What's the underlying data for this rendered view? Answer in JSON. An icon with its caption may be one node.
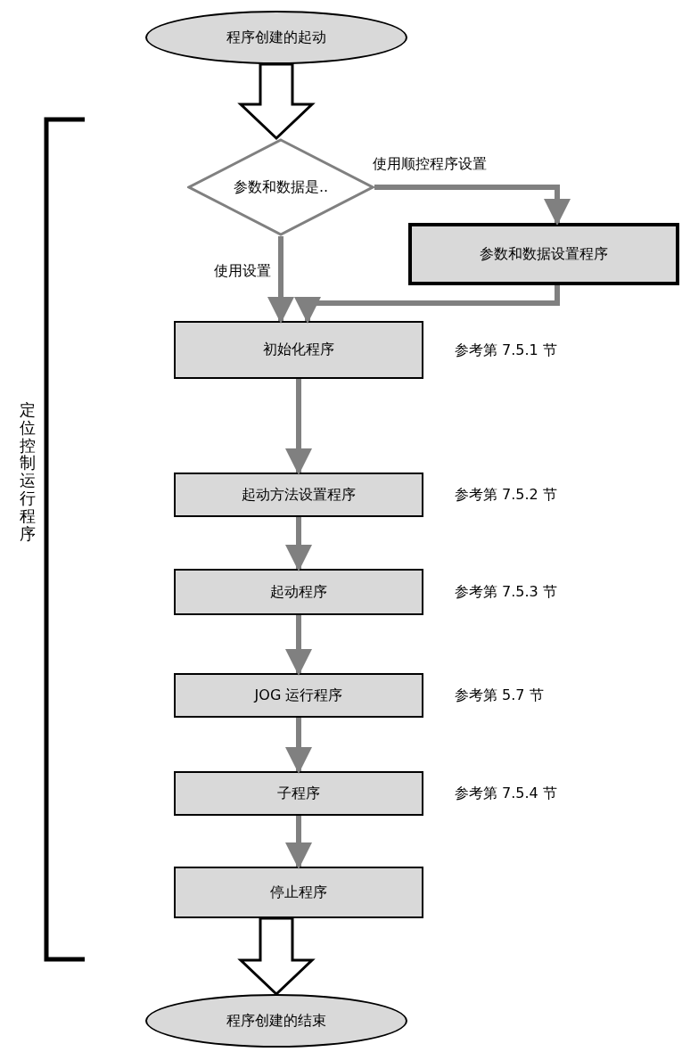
{
  "diagram": {
    "nodes": [
      {
        "text": [
          "程序创建的起动"
        ]
      },
      {
        "text": [
          "参数和数据是.."
        ]
      },
      {
        "text": [
          "参数和数据设置程序"
        ]
      },
      {
        "text": [
          "初始化程序"
        ],
        "beside": [
          "参考第 7.5.1 节"
        ]
      },
      {
        "text": [
          "起动方法设置程序"
        ],
        "beside": [
          "参考第 7.5.2 节"
        ]
      },
      {
        "text": [
          "起动程序"
        ],
        "beside": [
          "参考第 7.5.3 节"
        ]
      },
      {
        "text": [
          "JOG 运行程序"
        ],
        "beside": [
          "参考第 5.7 节"
        ]
      },
      {
        "text": [
          "子程序"
        ],
        "beside": [
          "参考第 7.5.4 节"
        ]
      },
      {
        "text": [
          "停止程序"
        ]
      },
      {
        "text": [
          "程序创建的结束"
        ]
      }
    ],
    "edges": [
      {
        "from": 0,
        "to": 1,
        "arrow": "to",
        "style": "thick",
        "color": "#000000"
      },
      {
        "from": 1,
        "to": 2,
        "arrow": "to",
        "label": "使用顺控程序设置"
      },
      {
        "from": 2,
        "to": 3,
        "arrow": "to"
      },
      {
        "from": 1,
        "to": 3,
        "arrow": "to",
        "label": "使用设置"
      },
      {
        "from": 3,
        "to": 4,
        "arrow": "to"
      },
      {
        "from": 4,
        "to": 5,
        "arrow": "to"
      },
      {
        "from": 5,
        "to": 6,
        "arrow": "to"
      },
      {
        "from": 6,
        "to": 7,
        "arrow": "to"
      },
      {
        "from": 7,
        "to": 8,
        "arrow": "to"
      },
      {
        "from": 8,
        "to": 9,
        "arrow": "to",
        "style": "thick",
        "color": "#000000"
      }
    ],
    "labels": [
      "定位控制运行程序"
    ]
  }
}
